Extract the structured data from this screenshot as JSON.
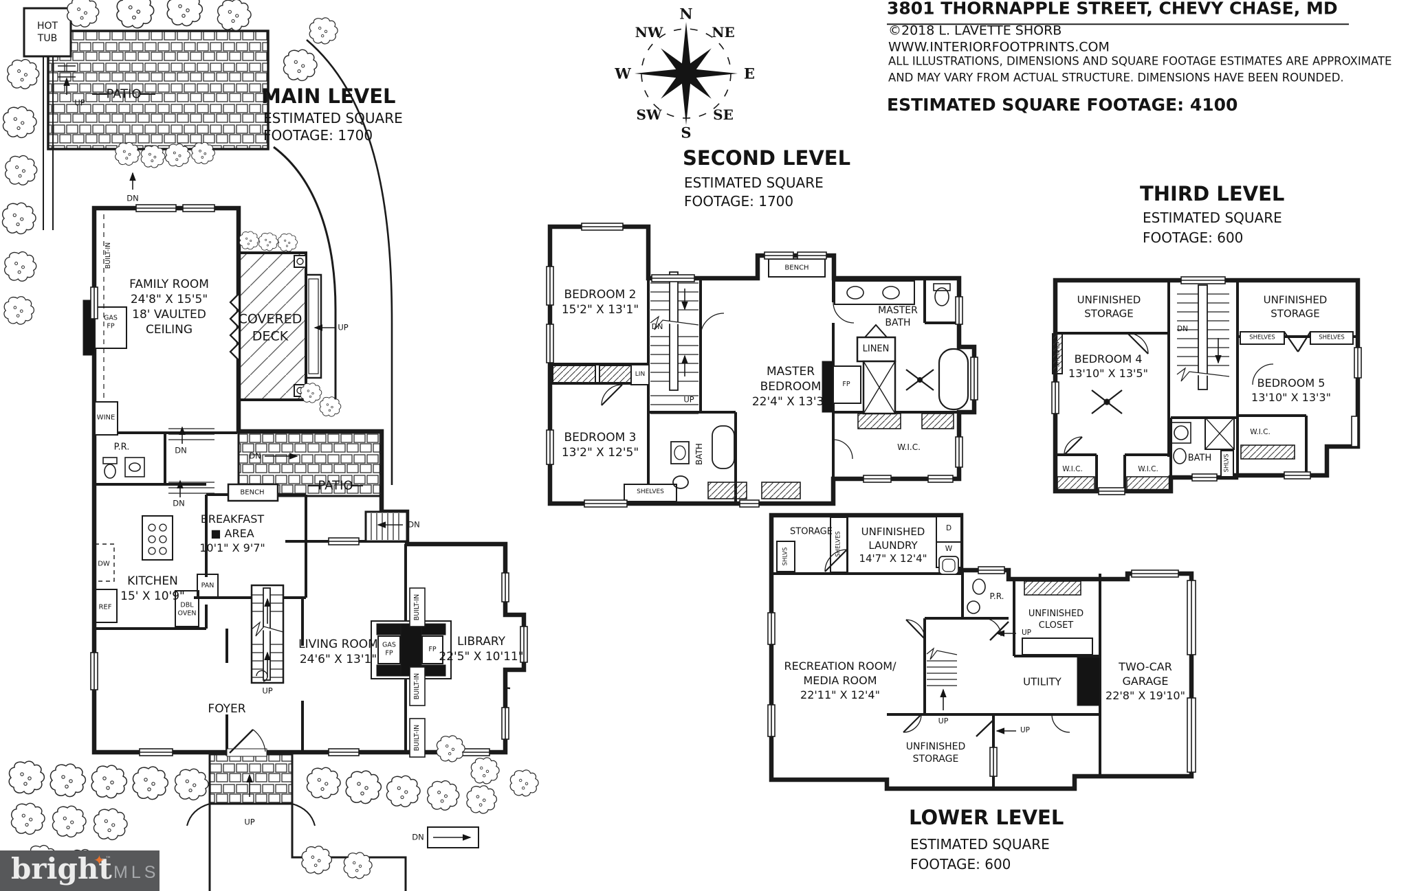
{
  "header": {
    "address": "3801 THORNAPPLE STREET, CHEVY CHASE, MD",
    "copyright": "©2018 L. LAVETTE SHORB",
    "website": "WWW.INTERIORFOOTPRINTS.COM",
    "disclaimer1": "ALL ILLUSTRATIONS, DIMENSIONS AND SQUARE FOOTAGE ESTIMATES ARE APPROXIMATE",
    "disclaimer2": "AND MAY VARY FROM ACTUAL STRUCTURE. DIMENSIONS HAVE BEEN ROUNDED.",
    "total": "ESTIMATED SQUARE FOOTAGE: 4100"
  },
  "compass": {
    "n": "N",
    "ne": "NE",
    "e": "E",
    "se": "SE",
    "s": "S",
    "sw": "SW",
    "w": "W",
    "nw": "NW"
  },
  "brand": {
    "word": "bright",
    "star": "✦",
    "tm": "™",
    "mls": "MLS"
  },
  "levels": {
    "main": {
      "title": "MAIN LEVEL",
      "sub1": "ESTIMATED SQUARE",
      "sub2": "FOOTAGE: 1700",
      "labels": {
        "hot_tub": "HOT\nTUB",
        "patio_top": "PATIO",
        "up_hottub": "UP",
        "dn_patio": "DN",
        "family_room": "FAMILY ROOM\n24'8\" X 15'5\"\n18' VAULTED\nCEILING",
        "gas_fp_family": "GAS\nFP",
        "built_in_family": "BUILT-IN",
        "wine": "WINE",
        "covered_deck": "COVERED\nDECK",
        "up_deck": "UP",
        "pr": "P.R.",
        "dn_hall1": "DN",
        "dn_hall2": "DN",
        "bench": "BENCH",
        "breakfast": "BREAKFAST\n■  AREA\n10'1\" X 9'7\"",
        "kitchen": "KITCHEN\n15' X 10'9\"",
        "pan": "PAN",
        "dbl_oven": "DBL\nOVEN",
        "ref": "REF",
        "dw": "DW",
        "patio2": "PATIO",
        "dn_patio2": "DN",
        "dn_backstairs": "DN",
        "living_room": "LIVING ROOM\n24'6\" X 13'1\"",
        "gas_fp_lr": "GAS\nFP",
        "fp_lr": "FP",
        "library": "LIBRARY\n22'5\" X 10'11\"",
        "built_in_1": "BUILT-IN",
        "built_in_2": "BUILT-IN",
        "built_in_3": "BUILT-IN",
        "foyer": "FOYER",
        "up_foyer": "UP",
        "up_steps": "UP",
        "dn_drive": "DN"
      }
    },
    "second": {
      "title": "SECOND LEVEL",
      "sub1": "ESTIMATED SQUARE",
      "sub2": "FOOTAGE: 1700",
      "labels": {
        "bedroom2": "BEDROOM 2\n15'2\" X 13'1\"",
        "bedroom3": "BEDROOM 3\n13'2\" X 12'5\"",
        "lin": "LIN",
        "dn": "DN",
        "up": "UP",
        "shelves": "SHELVES",
        "bench": "BENCH",
        "master": "MASTER\nBEDROOM\n22'4\" X 13'3\"",
        "master_bath": "MASTER\nBATH",
        "linen": "LINEN",
        "fp": "FP",
        "wic": "W.I.C.",
        "bath": "BATH"
      }
    },
    "third": {
      "title": "THIRD LEVEL",
      "sub1": "ESTIMATED SQUARE",
      "sub2": "FOOTAGE: 600",
      "labels": {
        "storage_left": "UNFINISHED\nSTORAGE",
        "storage_right": "UNFINISHED\nSTORAGE",
        "shelves_vert": "SHELVES",
        "bedroom4": "BEDROOM 4\n13'10\" X 13'5\"",
        "dn": "DN",
        "shelves_a": "SHELVES",
        "shelves_b": "SHELVES",
        "bedroom5": "BEDROOM 5\n13'10\" X 13'3\"",
        "wic_a": "W.I.C.",
        "wic_b": "W.I.C.",
        "bath": "BATH",
        "shlvs": "SHLVS",
        "wic_c": "W.I.C."
      }
    },
    "lower": {
      "title": "LOWER LEVEL",
      "sub1": "ESTIMATED SQUARE",
      "sub2": "FOOTAGE: 600",
      "labels": {
        "storage": "STORAGE",
        "shlvs": "SHLVS",
        "shelves": "SHELVES",
        "laundry": "UNFINISHED\nLAUNDRY\n14'7\" X 12'4\"",
        "d": "D",
        "w": "W",
        "pr": "P.R.",
        "rec": "RECREATION ROOM/\nMEDIA ROOM\n22'11\" X 12'4\"",
        "up1": "UP",
        "up2": "UP",
        "up3": "UP",
        "closet": "UNFINISHED\nCLOSET",
        "utility": "UTILITY",
        "garage": "TWO-CAR\nGARAGE\n22'8\" X 19'10\"",
        "storage2": "UNFINISHED\nSTORAGE"
      }
    }
  }
}
